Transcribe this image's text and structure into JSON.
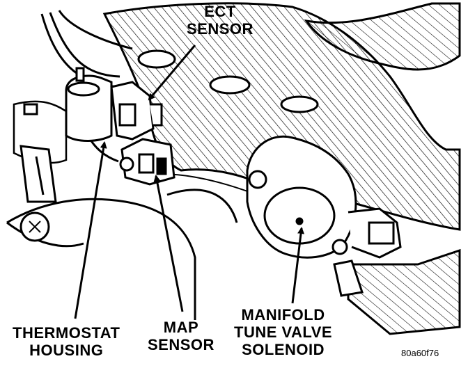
{
  "labels": {
    "ect_sensor": [
      "ECT",
      "SENSOR"
    ],
    "thermostat_housing": [
      "THERMOSTAT",
      "HOUSING"
    ],
    "map_sensor": [
      "MAP",
      "SENSOR"
    ],
    "manifold_tune_valve_solenoid": [
      "MANIFOLD",
      "TUNE VALVE",
      "SOLENOID"
    ]
  },
  "figure_id": "80a60f76",
  "colors": {
    "ink": "#000000",
    "paper": "#ffffff"
  }
}
